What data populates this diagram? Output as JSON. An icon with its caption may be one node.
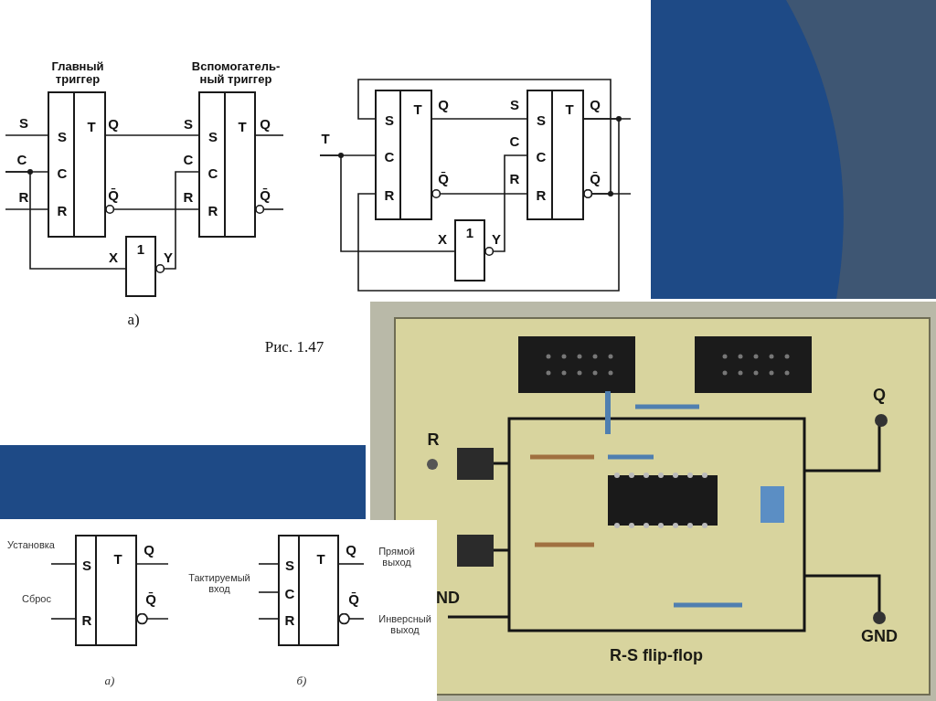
{
  "diagram": {
    "nodes": [
      {
        "text": [
          "S",
          "C",
          "R",
          "T"
        ],
        "beside": [
          "Главный триггер"
        ]
      },
      {
        "text": [
          "S",
          "C",
          "R",
          "T"
        ],
        "beside": [
          "Вспомогатель- ный триггер"
        ]
      },
      {
        "text": [
          "1"
        ]
      },
      {
        "text": [
          "S",
          "C",
          "R",
          "T"
        ]
      },
      {
        "text": [
          "S",
          "C",
          "R",
          "T"
        ]
      },
      {
        "text": [
          "1"
        ]
      },
      {
        "text": [
          "S",
          "R",
          "T"
        ]
      },
      {
        "text": [
          "S",
          "C",
          "R",
          "T"
        ]
      }
    ],
    "edges": [
      {
        "from": null,
        "to": 0,
        "arrow": "none"
      },
      {
        "from": null,
        "to": 0,
        "arrow": "none"
      },
      {
        "from": null,
        "to": 2,
        "arrow": "none"
      },
      {
        "from": null,
        "to": 0,
        "arrow": "none"
      },
      {
        "from": 0,
        "to": 1,
        "arrow": "none"
      },
      {
        "from": 0,
        "to": 1,
        "arrow": "other"
      },
      {
        "from": 2,
        "to": 1,
        "arrow": "other"
      },
      {
        "from": 1,
        "to": null,
        "arrow": "none"
      },
      {
        "from": 1,
        "to": null,
        "arrow": "other"
      },
      {
        "from": 4,
        "to": 3,
        "arrow": "other"
      },
      {
        "from": null,
        "to": 3,
        "arrow": "none"
      },
      {
        "from": null,
        "to": 5,
        "arrow": "none"
      },
      {
        "from": 3,
        "to": 4,
        "arrow": "none"
      },
      {
        "from": 3,
        "to": 4,
        "arrow": "other"
      },
      {
        "from": 5,
        "to": 4,
        "arrow": "other"
      },
      {
        "from": 4,
        "to": 3,
        "arrow": "none"
      },
      {
        "from": 4,
        "to": null,
        "arrow": "none"
      },
      {
        "from": 4,
        "to": null,
        "arrow": "other"
      },
      {
        "from": null,
        "to": 6,
        "arrow": "none"
      },
      {
        "from": null,
        "to": 6,
        "arrow": "none"
      },
      {
        "from": 6,
        "to": null,
        "arrow": "none"
      },
      {
        "from": 6,
        "to": null,
        "arrow": "other"
      },
      {
        "from": null,
        "to": 7,
        "arrow": "none"
      },
      {
        "from": null,
        "to": 7,
        "arrow": "none"
      },
      {
        "from": null,
        "to": 7,
        "arrow": "none"
      },
      {
        "from": 7,
        "to": null,
        "arrow": "none"
      },
      {
        "from": 7,
        "to": null,
        "arrow": "other"
      }
    ],
    "labels": [
      "S",
      "Q",
      "S",
      "Q",
      "C",
      "C",
      "R",
      "Q̄",
      "R",
      "Q̄",
      "X",
      "Y",
      "а)",
      "Рис. 1.47",
      "T",
      "Q",
      "S",
      "Q",
      "C",
      "Q̄",
      "R",
      "Q̄",
      "X",
      "Y",
      "R",
      "Q",
      "ND",
      "GND",
      "R-S flip-flop",
      "Установка",
      "Q",
      "Прямой выход",
      "Сброс",
      "Q̄",
      "Тактируемый вход",
      "Q",
      "Q̄",
      "Инверсный выход",
      "а)",
      "б)"
    ]
  }
}
